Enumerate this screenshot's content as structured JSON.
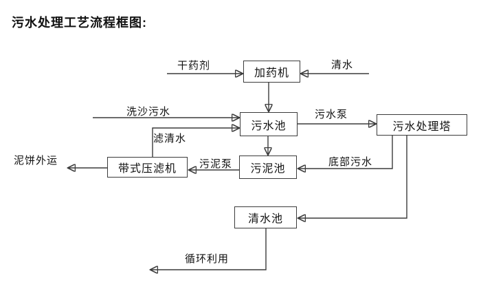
{
  "title": "污水处理工艺流程框图:",
  "nodes": {
    "dosing_machine": "加药机",
    "sewage_pool": "污水池",
    "sewage_treatment_tower": "污水处理塔",
    "sludge_pool": "污泥池",
    "belt_filter_press": "带式压滤机",
    "clean_water_pool": "清水池"
  },
  "flow_labels": {
    "dry_agent": "干药剂",
    "clean_water": "清水",
    "sand_washing_sewage": "洗沙污水",
    "filtered_clean_water": "滤清水",
    "sewage_pump": "污水泵",
    "sludge_pump": "污泥泵",
    "bottom_sewage": "底部污水",
    "mud_cake_outbound": "泥饼外运",
    "recycling_use": "循环利用"
  },
  "edges": [
    {
      "from": "dry_agent_input",
      "to": "dosing_machine",
      "label": "干药剂"
    },
    {
      "from": "clean_water_input",
      "to": "dosing_machine",
      "label": "清水"
    },
    {
      "from": "dosing_machine",
      "to": "sewage_pool",
      "label": ""
    },
    {
      "from": "sand_washing_sewage_input",
      "to": "sewage_pool",
      "label": "洗沙污水"
    },
    {
      "from": "belt_filter_press",
      "to": "sewage_pool",
      "label": "滤清水"
    },
    {
      "from": "sewage_pool",
      "to": "sewage_treatment_tower",
      "label": "污水泵"
    },
    {
      "from": "sewage_pool",
      "to": "sludge_pool",
      "label": ""
    },
    {
      "from": "sewage_treatment_tower",
      "to": "sludge_pool",
      "label": "底部污水"
    },
    {
      "from": "sludge_pool",
      "to": "belt_filter_press",
      "label": "污泥泵"
    },
    {
      "from": "belt_filter_press",
      "to": "mud_cake_outbound_output",
      "label": "泥饼外运"
    },
    {
      "from": "sewage_treatment_tower",
      "to": "clean_water_pool",
      "label": ""
    },
    {
      "from": "clean_water_pool",
      "to": "recycling_use_output",
      "label": "循环利用"
    }
  ],
  "colors": {
    "line": "#3a3a3a",
    "text": "#111111",
    "background": "#ffffff"
  }
}
